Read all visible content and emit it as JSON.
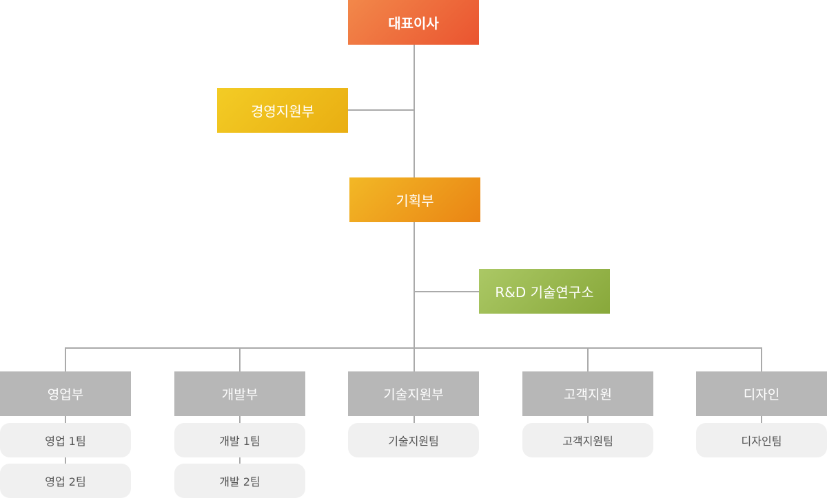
{
  "colors": {
    "ceo_from": "#f2884a",
    "ceo_to": "#ea5430",
    "mgmt_from": "#f3cc25",
    "mgmt_to": "#e9ae12",
    "plan_from": "#f2b826",
    "plan_to": "#ea8414",
    "rnd_from": "#abc865",
    "rnd_to": "#88a83a",
    "dept_bg": "#b7b7b7",
    "team_bg": "#f0f0f0",
    "team_text": "#555555",
    "connector": "#aaaaaa"
  },
  "org": {
    "ceo": "대표이사",
    "management": "경영지원부",
    "planning": "기획부",
    "rnd": "R&D 기술연구소",
    "departments": [
      {
        "name": "영업부",
        "teams": [
          "영업 1팀",
          "영업 2팀"
        ]
      },
      {
        "name": "개발부",
        "teams": [
          "개발 1팀",
          "개발 2팀"
        ]
      },
      {
        "name": "기술지원부",
        "teams": [
          "기술지원팀"
        ]
      },
      {
        "name": "고객지원",
        "teams": [
          "고객지원팀"
        ]
      },
      {
        "name": "디자인",
        "teams": [
          "디자인팀"
        ]
      }
    ]
  }
}
